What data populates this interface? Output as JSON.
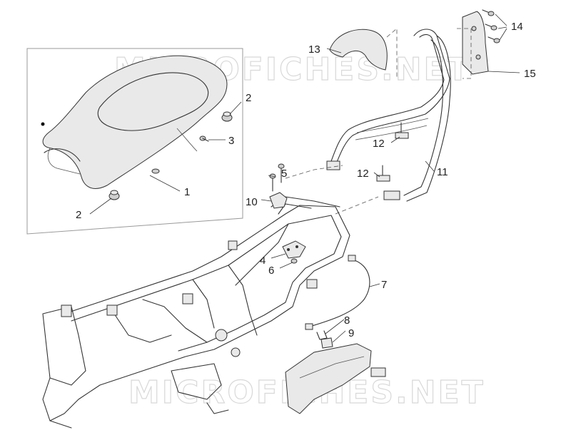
{
  "watermark": "MICROFICHES.NET",
  "callouts": {
    "n1": "1",
    "n2a": "2",
    "n2b": "2",
    "n3": "3",
    "n4": "4",
    "n5": "5",
    "n6": "6",
    "n7": "7",
    "n8": "8",
    "n9": "9",
    "n10": "10",
    "n11": "11",
    "n12a": "12",
    "n12b": "12",
    "n13": "13",
    "n14": "14",
    "n15": "15"
  }
}
